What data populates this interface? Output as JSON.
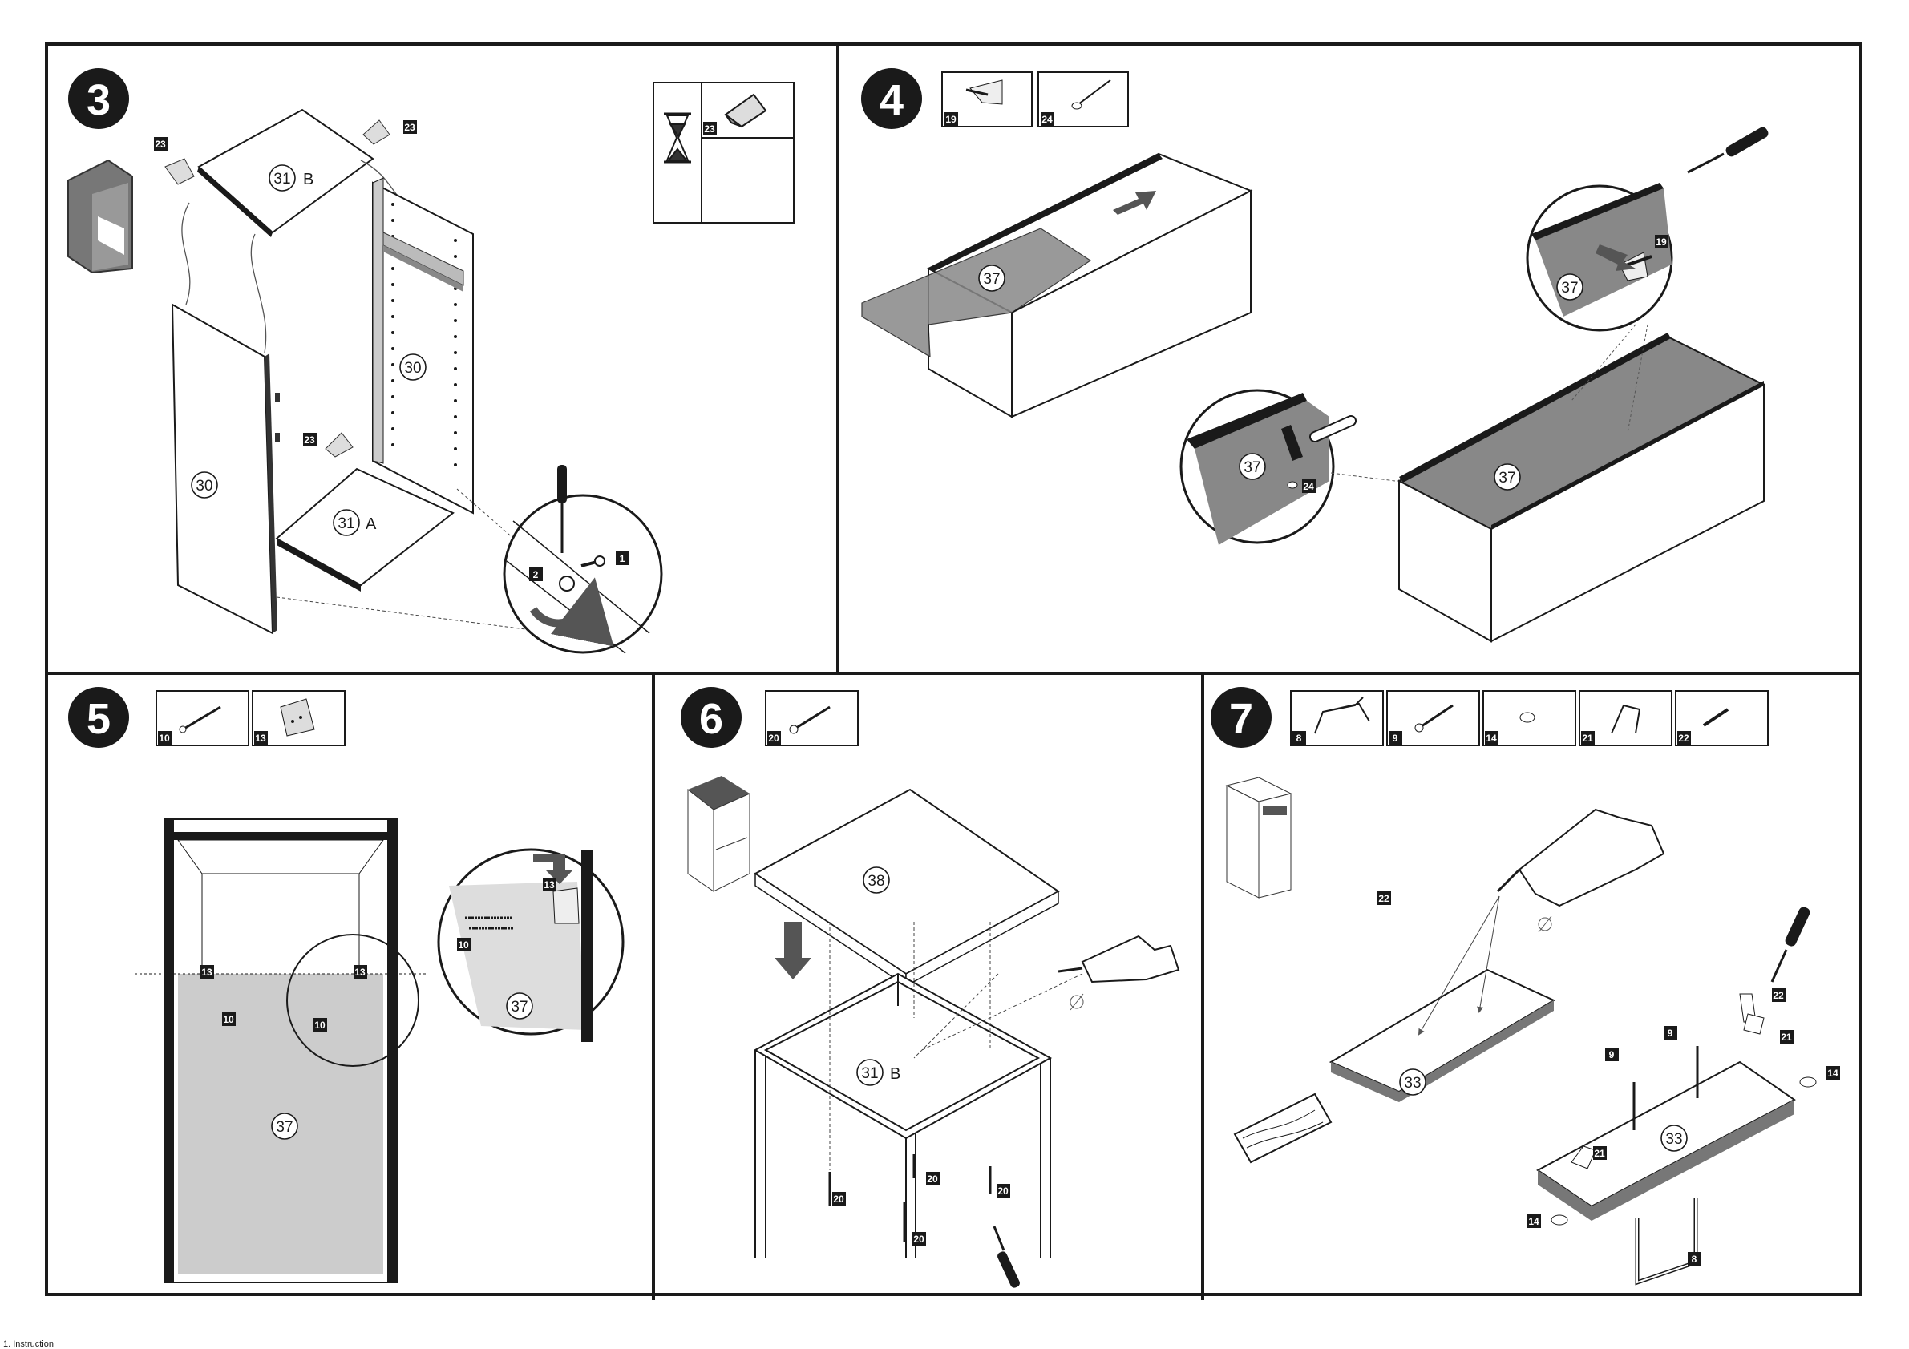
{
  "steps": [
    {
      "number": "3",
      "callouts": [
        "31",
        "30",
        "30",
        "31",
        "23",
        "23",
        "23",
        "1",
        "2"
      ],
      "labels": [
        "B",
        "A"
      ]
    },
    {
      "number": "4",
      "callouts": [
        "37",
        "37",
        "37",
        "37",
        "19",
        "24",
        "19",
        "24"
      ]
    },
    {
      "number": "5",
      "callouts": [
        "37",
        "37",
        "13",
        "13",
        "10",
        "10",
        "13",
        "10",
        "10",
        "13"
      ]
    },
    {
      "number": "6",
      "callouts": [
        "38",
        "31",
        "20",
        "20",
        "20",
        "20",
        "20"
      ],
      "labels": [
        "B"
      ]
    },
    {
      "number": "7",
      "callouts": [
        "33",
        "33",
        "22",
        "8",
        "9",
        "14",
        "21",
        "22",
        "9",
        "9",
        "22",
        "21",
        "14",
        "14",
        "21",
        "8"
      ]
    }
  ],
  "footer": {
    "text": "1. Instruction"
  }
}
